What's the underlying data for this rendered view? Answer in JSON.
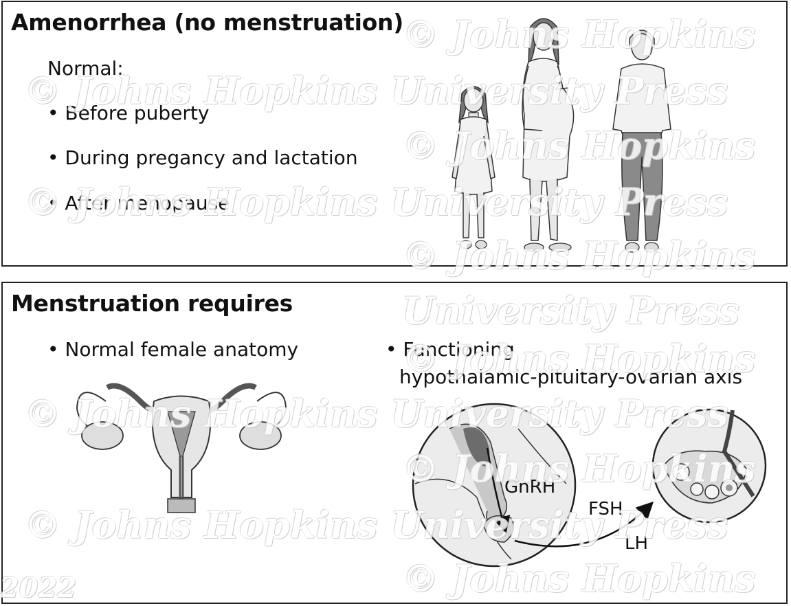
{
  "top": {
    "title": "Amenorrhea (no menstruation)",
    "normal_label": "Normal:",
    "bullets": [
      "Before puberty",
      "During pregancy and lactation",
      "After menopause"
    ]
  },
  "bottom": {
    "title": "Menstruation requires",
    "left_bullet": "Normal female anatomy",
    "right_bullet_line1": "Functioning",
    "right_bullet_line2": "hypothalamic-pituitary-ovarian axis",
    "labels": {
      "gnrh": "GnRH",
      "fsh": "FSH",
      "lh": "LH"
    }
  },
  "watermark": {
    "line_a": "© Johns Hopkins",
    "line_b": "© Johns Hopkins University Press",
    "line_c": "University Press",
    "year": "2022"
  }
}
